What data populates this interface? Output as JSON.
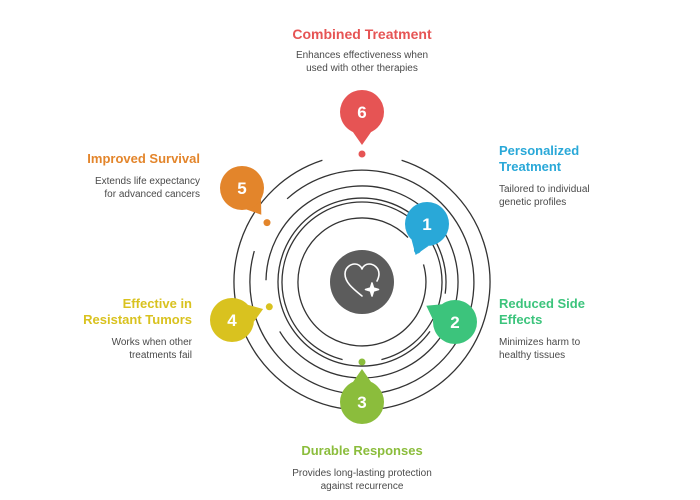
{
  "benefits": [
    {
      "number": "1",
      "title": "Personalized Treatment",
      "description": "Tailored to individual genetic profiles",
      "color": "#29a8d8"
    },
    {
      "number": "2",
      "title": "Reduced Side Effects",
      "description": "Minimizes harm to healthy tissues",
      "color": "#3cc47c"
    },
    {
      "number": "3",
      "title": "Durable Responses",
      "description": "Provides long-lasting protection against recurrence",
      "color": "#8bbd3c"
    },
    {
      "number": "4",
      "title": "Effective in Resistant Tumors",
      "description": "Works when other treatments fail",
      "color": "#d9c21f"
    },
    {
      "number": "5",
      "title": "Improved Survival",
      "description": "Extends life expectancy for advanced cancers",
      "color": "#e3852b"
    },
    {
      "number": "6",
      "title": "Combined Treatment",
      "description": "Enhances effectiveness when used with other therapies",
      "color": "#e65454"
    }
  ],
  "center_icon": "heart-sparkle-icon",
  "center_color": "#5c5c5c",
  "ring_color": "#333333"
}
